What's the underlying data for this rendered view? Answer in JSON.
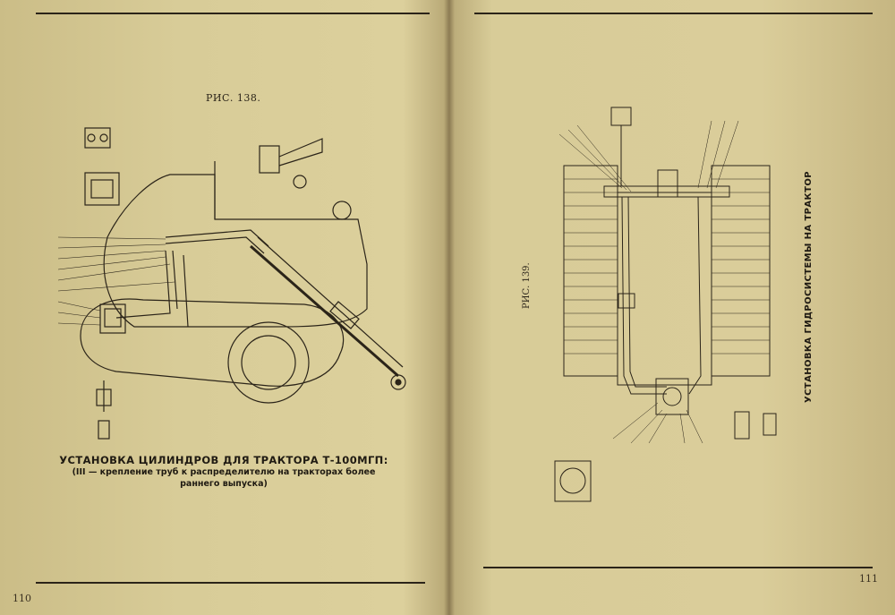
{
  "left_page": {
    "figure_label": "РИС. 138.",
    "caption_title": "УСТАНОВКА ЦИЛИНДРОВ ДЛЯ ТРАКТОРА Т-100МГП:",
    "caption_sub_line1": "(III — крепление труб к распределителю на тракторах более",
    "caption_sub_line2": "раннего выпуска)",
    "page_number": "110"
  },
  "right_page": {
    "figure_label": "РИС. 139.",
    "side_title": "УСТАНОВКА ГИДРОСИСТЕМЫ НА ТРАКТОР",
    "page_number": "111"
  }
}
